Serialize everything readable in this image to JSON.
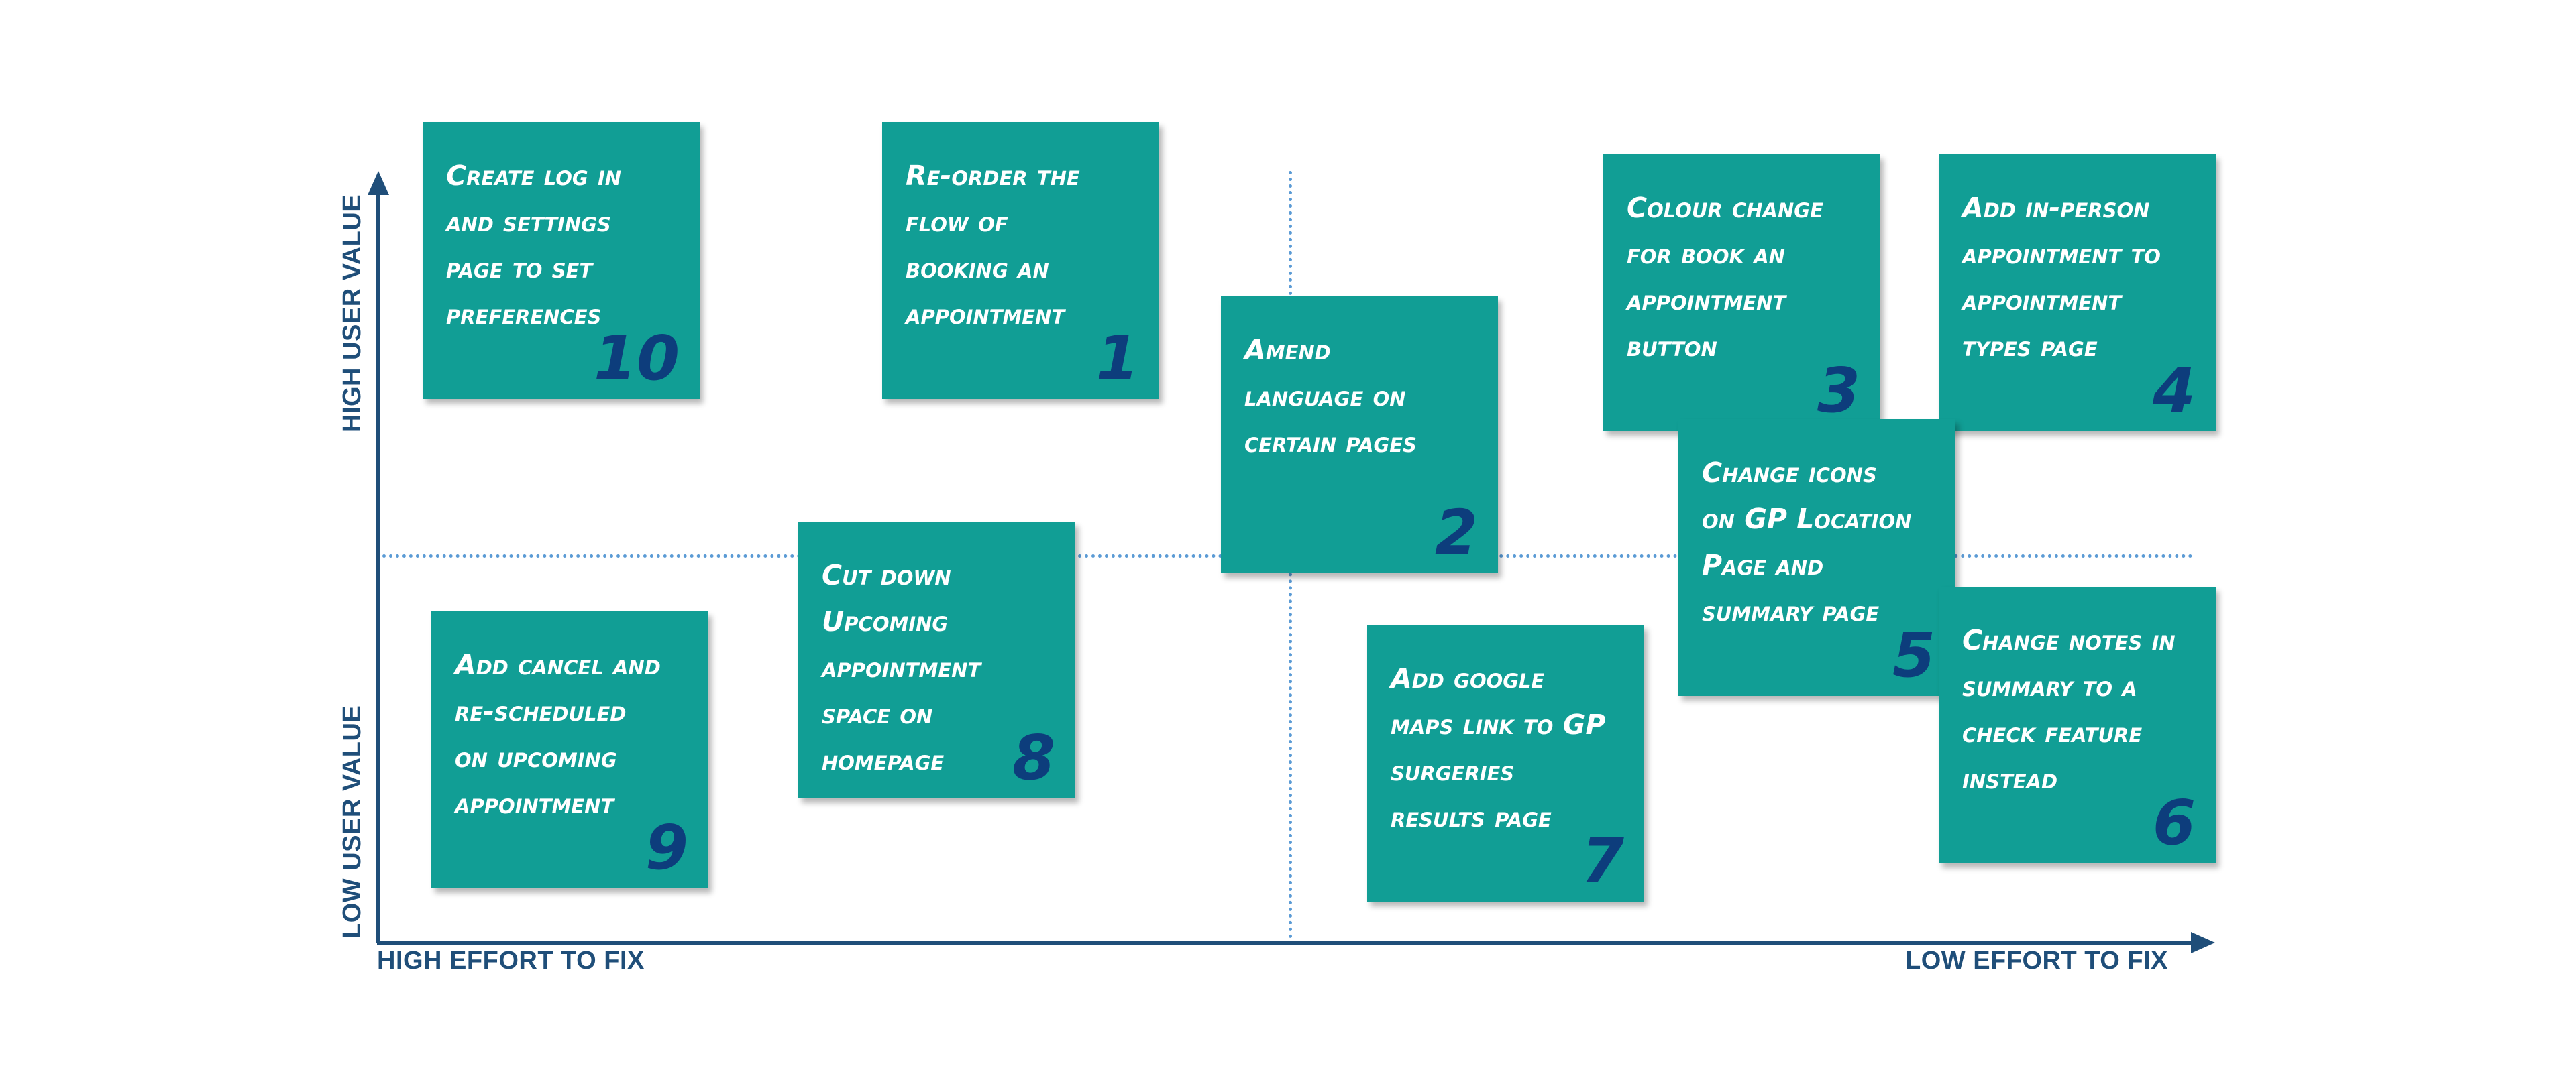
{
  "axes": {
    "x_start": "HIGH EFFORT TO FIX",
    "x_end": "LOW EFFORT TO FIX",
    "y_top": "HIGH USER VALUE",
    "y_bottom": "LOW USER VALUE"
  },
  "colors": {
    "sticky_note": "#119e95",
    "note_text": "#ffffff",
    "number": "#0d3d7c",
    "axis": "#1f4e79",
    "divider": "#5b9bd5"
  },
  "notes": [
    {
      "number": "10",
      "text": "Create log in\nand settings\npage to set\npreferences"
    },
    {
      "number": "1",
      "text": "Re-order the\nflow of\nbooking an\nappointment"
    },
    {
      "number": "2",
      "text": "Amend\nlanguage on\ncertain pages"
    },
    {
      "number": "3",
      "text": "Colour change\nfor book an\nappointment\nbutton"
    },
    {
      "number": "4",
      "text": "Add in-person\nappointment to\nappointment\ntypes page"
    },
    {
      "number": "5",
      "text": "Change icons\non GP Location\nPage and\nsummary page"
    },
    {
      "number": "6",
      "text": "Change notes in\nsummary to a\ncheck feature\ninstead"
    },
    {
      "number": "7",
      "text": "Add google\nmaps link to GP\nsurgeries\nresults page"
    },
    {
      "number": "8",
      "text": "Cut down\nUpcoming\nappointment\nspace on\nhomepage"
    },
    {
      "number": "9",
      "text": "Add cancel and\nre-scheduled\non upcoming\nappointment"
    }
  ]
}
